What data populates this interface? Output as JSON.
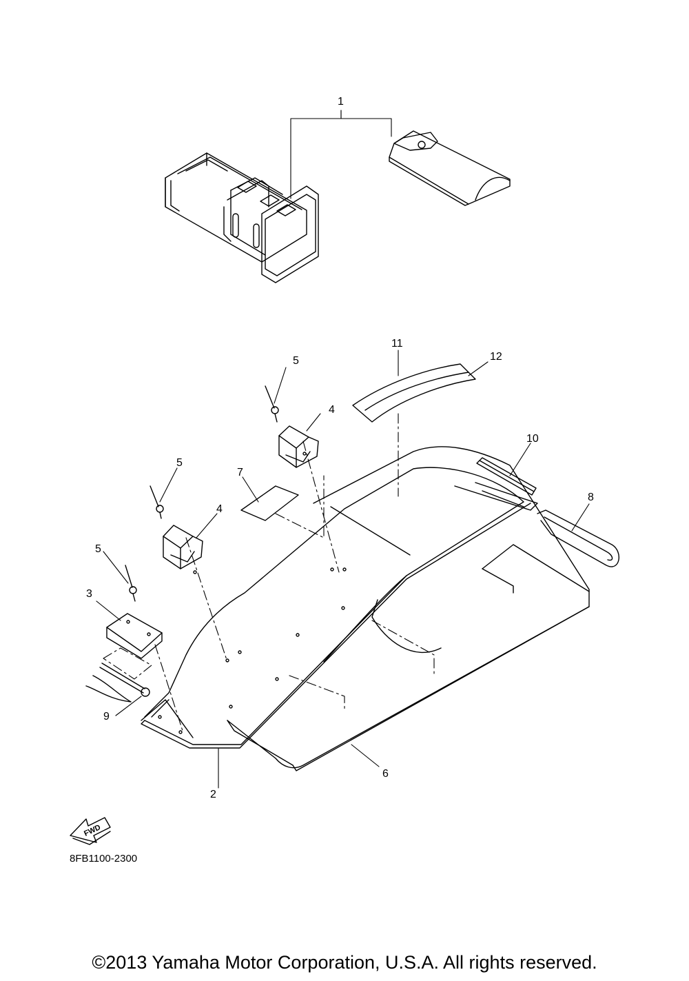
{
  "callouts": {
    "c1": "1",
    "c2": "2",
    "c3": "3",
    "c4a": "4",
    "c4b": "4",
    "c5a": "5",
    "c5b": "5",
    "c5c": "5",
    "c6": "6",
    "c7": "7",
    "c8": "8",
    "c9": "9",
    "c10": "10",
    "c11": "11",
    "c12": "12"
  },
  "fwd_label": "FWD",
  "diagram_code": "8FB1100-2300",
  "copyright": "©2013 Yamaha Motor Corporation, U.S.A. All rights reserved."
}
